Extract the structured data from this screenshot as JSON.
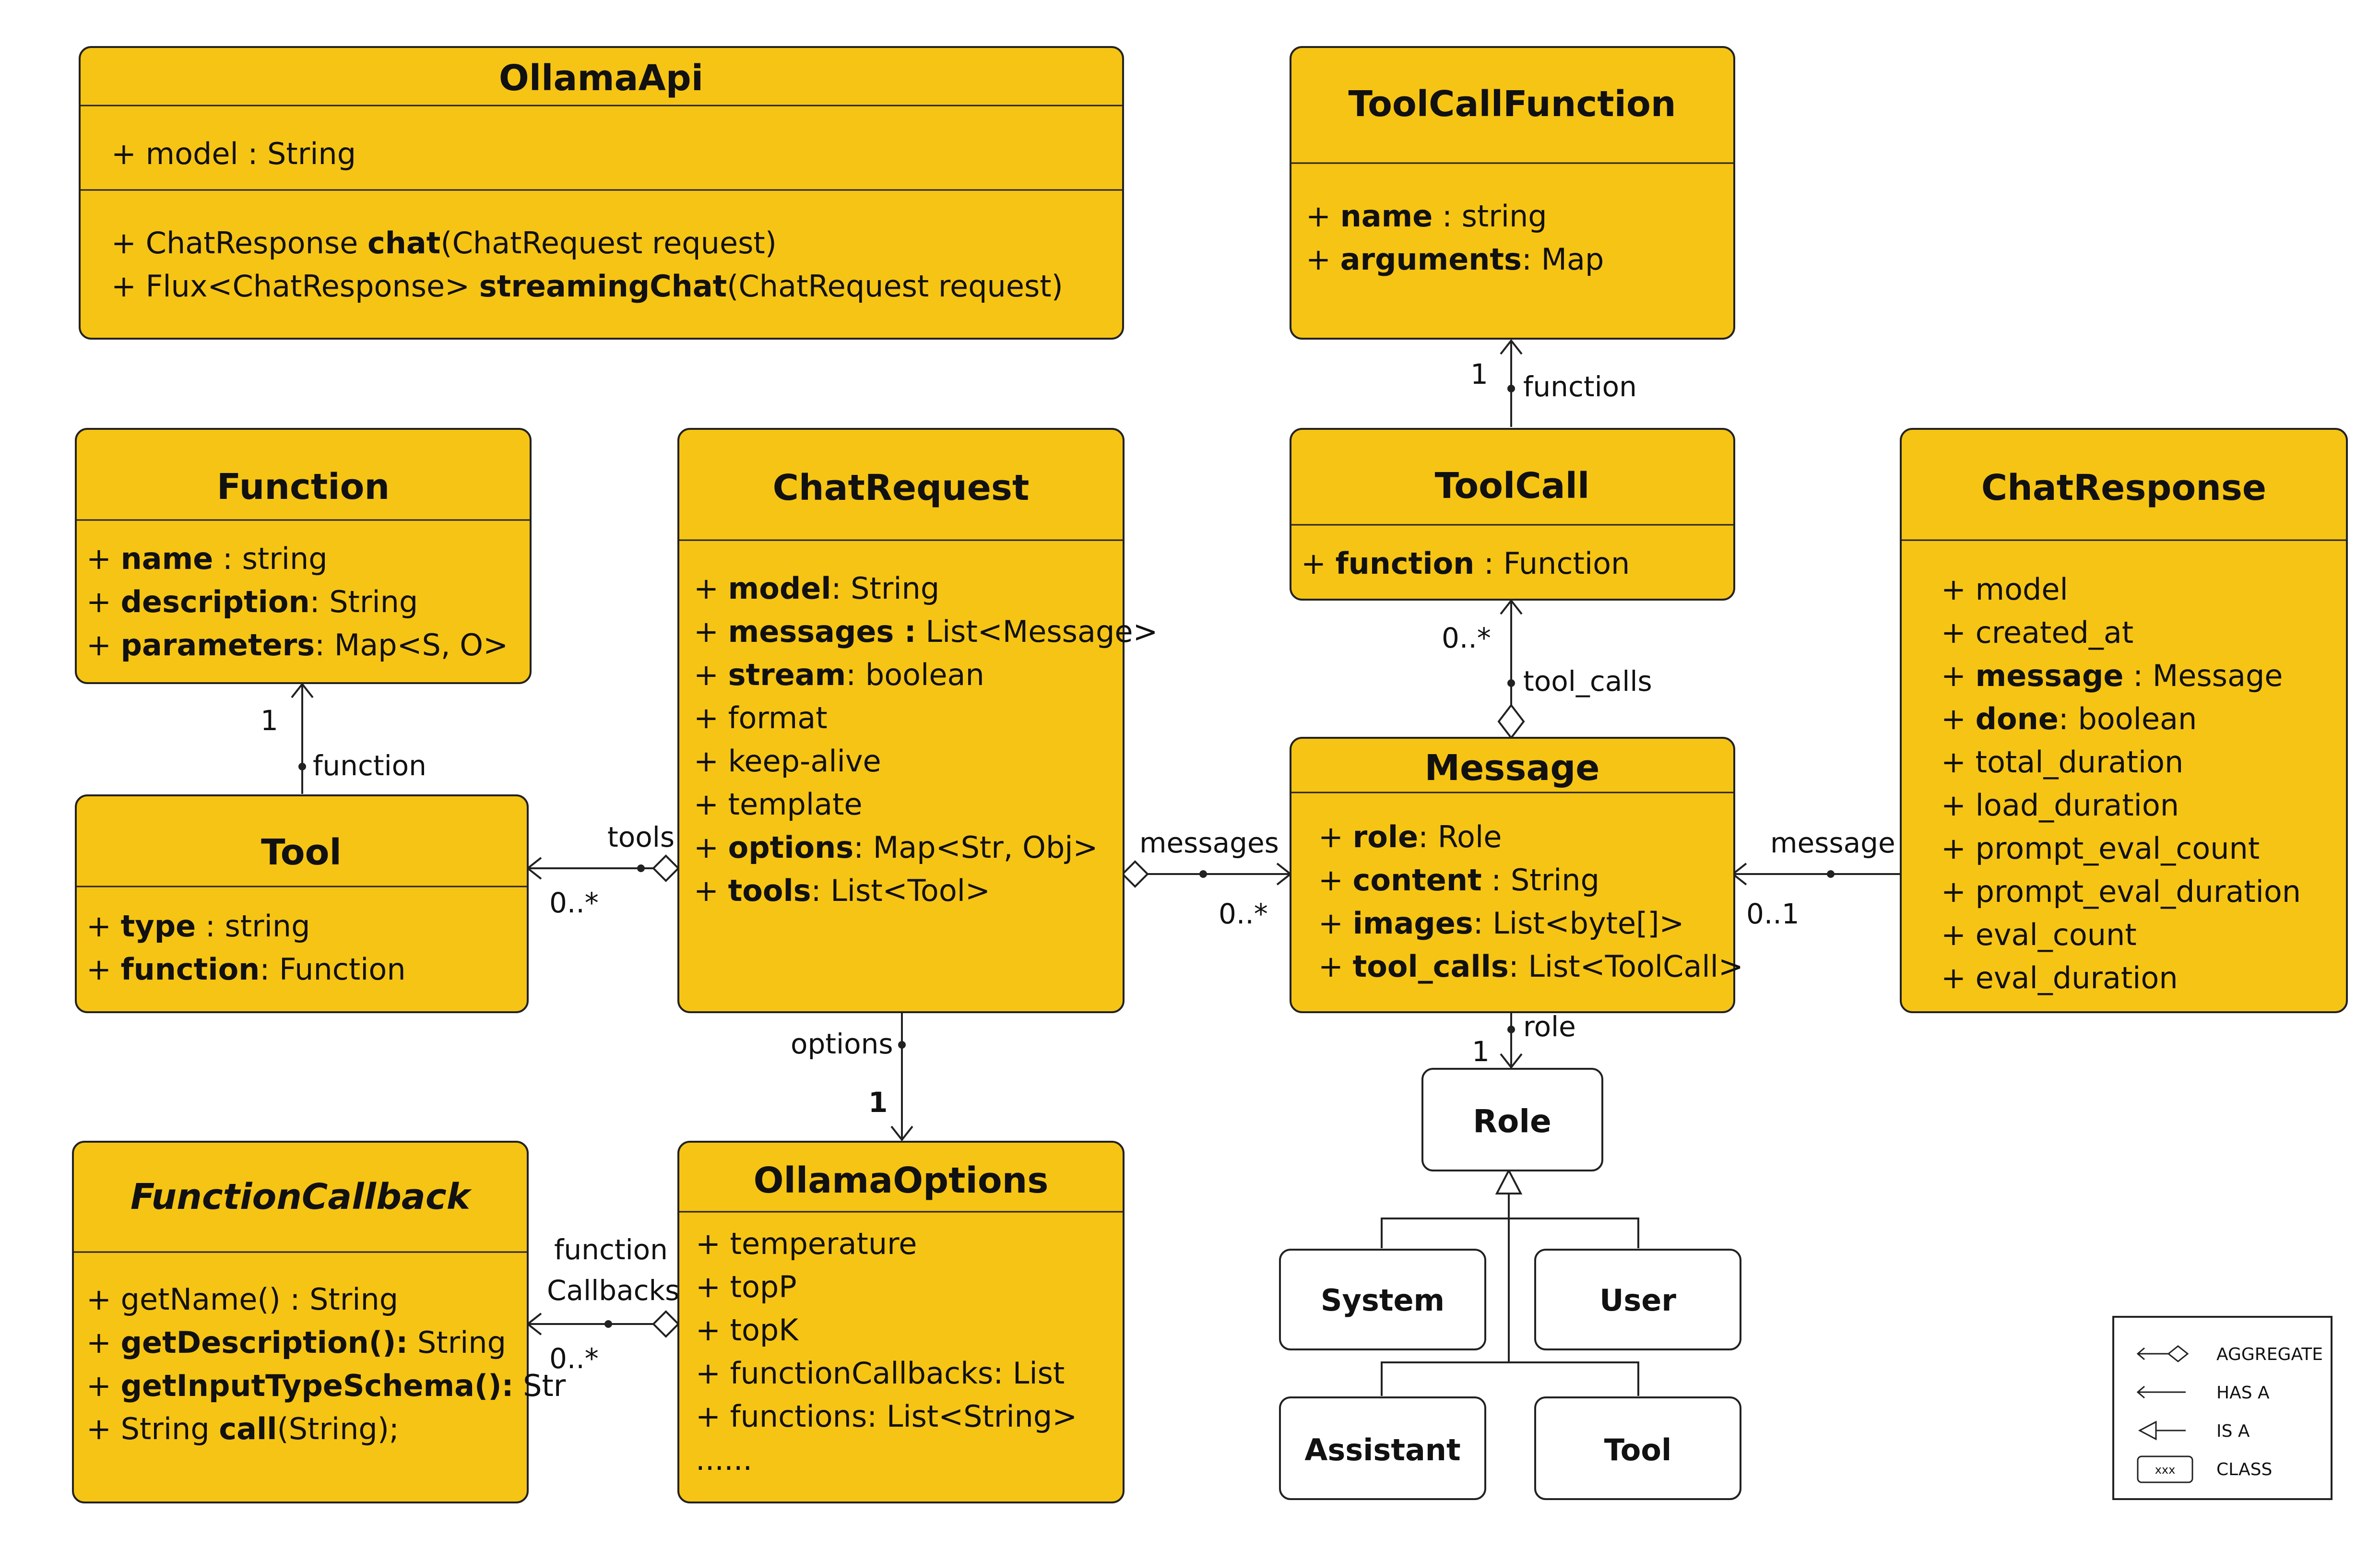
{
  "classes": {
    "ollamaApi": {
      "name": "OllamaApi",
      "attributes": [
        {
          "prefix": "+ ",
          "name": "model",
          "suffix": " : String",
          "bold": false
        }
      ],
      "methods": [
        {
          "prefix": "+ ChatResponse ",
          "name": "chat",
          "suffix": "(ChatRequest request)",
          "bold": true
        },
        {
          "prefix": "+ Flux<ChatResponse> ",
          "name": "streamingChat",
          "suffix": "(ChatRequest request)",
          "bold": true
        }
      ]
    },
    "toolCallFunction": {
      "name": "ToolCallFunction",
      "attributes": [
        {
          "prefix": "+ ",
          "name": "name",
          "suffix": " : string",
          "bold": true
        },
        {
          "prefix": "+ ",
          "name": "arguments",
          "suffix": ": Map",
          "bold": true
        }
      ]
    },
    "function": {
      "name": "Function",
      "attributes": [
        {
          "prefix": "+ ",
          "name": "name",
          "suffix": " : string",
          "bold": true
        },
        {
          "prefix": "+ ",
          "name": "description",
          "suffix": ": String",
          "bold": true
        },
        {
          "prefix": "+ ",
          "name": "parameters",
          "suffix": ": Map<S, O>",
          "bold": true
        }
      ]
    },
    "chatRequest": {
      "name": "ChatRequest",
      "attributes": [
        {
          "prefix": "+ ",
          "name": "model",
          "suffix": ": String",
          "bold": true
        },
        {
          "prefix": "+ ",
          "name": "messages :",
          "suffix": " List<Message>",
          "bold": true
        },
        {
          "prefix": "+ ",
          "name": "stream",
          "suffix": ": boolean",
          "bold": true
        },
        {
          "prefix": "+ ",
          "name": "format",
          "suffix": "",
          "bold": false
        },
        {
          "prefix": "+ ",
          "name": "keep-alive",
          "suffix": "",
          "bold": false
        },
        {
          "prefix": "+ ",
          "name": "template",
          "suffix": "",
          "bold": false
        },
        {
          "prefix": "+ ",
          "name": "options",
          "suffix": ": Map<Str, Obj>",
          "bold": true
        },
        {
          "prefix": "+ ",
          "name": "tools",
          "suffix": ": List<Tool>",
          "bold": true
        }
      ]
    },
    "toolCall": {
      "name": "ToolCall",
      "attributes": [
        {
          "prefix": "+ ",
          "name": "function",
          "suffix": " : Function",
          "bold": true
        }
      ]
    },
    "chatResponse": {
      "name": "ChatResponse",
      "attributes": [
        {
          "prefix": "+ ",
          "name": "model",
          "suffix": "",
          "bold": false
        },
        {
          "prefix": "+ ",
          "name": "created_at",
          "suffix": "",
          "bold": false
        },
        {
          "prefix": "+ ",
          "name": "message",
          "suffix": " : Message",
          "bold": true
        },
        {
          "prefix": "+ ",
          "name": "done",
          "suffix": ": boolean",
          "bold": true
        },
        {
          "prefix": "+ ",
          "name": "total_duration",
          "suffix": "",
          "bold": false
        },
        {
          "prefix": "+ ",
          "name": "load_duration",
          "suffix": "",
          "bold": false
        },
        {
          "prefix": "+ ",
          "name": "prompt_eval_count",
          "suffix": "",
          "bold": false
        },
        {
          "prefix": "+ ",
          "name": "prompt_eval_duration",
          "suffix": "",
          "bold": false
        },
        {
          "prefix": "+ ",
          "name": "eval_count",
          "suffix": "",
          "bold": false
        },
        {
          "prefix": "+ ",
          "name": "eval_duration",
          "suffix": "",
          "bold": false
        }
      ]
    },
    "tool": {
      "name": "Tool",
      "attributes": [
        {
          "prefix": "+ ",
          "name": "type",
          "suffix": " : string",
          "bold": true
        },
        {
          "prefix": "+ ",
          "name": "function",
          "suffix": ": Function",
          "bold": true
        }
      ]
    },
    "message": {
      "name": "Message",
      "attributes": [
        {
          "prefix": "+ ",
          "name": "role",
          "suffix": ": Role",
          "bold": true
        },
        {
          "prefix": "+ ",
          "name": "content",
          "suffix": " : String",
          "bold": true
        },
        {
          "prefix": "+ ",
          "name": "images",
          "suffix": ": List<byte[]>",
          "bold": true
        },
        {
          "prefix": "+ ",
          "name": "tool_calls",
          "suffix": ": List<ToolCall>",
          "bold": true
        }
      ]
    },
    "functionCallback": {
      "name": "FunctionCallback",
      "attributes": [
        {
          "prefix": "+ ",
          "name": "getName() : String",
          "suffix": "",
          "bold": false
        },
        {
          "prefix": "+ ",
          "name": "getDescription():",
          "suffix": " String",
          "bold": true
        },
        {
          "prefix": "+ ",
          "name": "getInputTypeSchema():",
          "suffix": " Str",
          "bold": true
        },
        {
          "prefix": "+ String ",
          "name": "call",
          "suffix": "(String);",
          "bold": true
        }
      ]
    },
    "ollamaOptions": {
      "name": "OllamaOptions",
      "attributes": [
        {
          "prefix": "+ ",
          "name": "temperature",
          "suffix": "",
          "bold": false
        },
        {
          "prefix": "+ ",
          "name": "topP",
          "suffix": "",
          "bold": false
        },
        {
          "prefix": "+ ",
          "name": "topK",
          "suffix": "",
          "bold": false
        },
        {
          "prefix": "+ ",
          "name": "functionCallbacks: List",
          "suffix": "",
          "bold": false
        },
        {
          "prefix": "+ ",
          "name": "functions: List<String>",
          "suffix": "",
          "bold": false
        },
        {
          "prefix": "",
          "name": "......",
          "suffix": "",
          "bold": false
        }
      ]
    }
  },
  "role": {
    "name": "Role",
    "subtypes": [
      "System",
      "User",
      "Assistant",
      "Tool"
    ]
  },
  "relations": {
    "function_to_toolcallfunction": {
      "label": "function",
      "multiplicity": "1"
    },
    "toolcalls": {
      "label": "tool_calls",
      "multiplicity": "0..*"
    },
    "tool_function": {
      "label": "function",
      "multiplicity": "1"
    },
    "tools": {
      "label": "tools",
      "multiplicity": "0..*"
    },
    "messages": {
      "label": "messages",
      "multiplicity": "0..*"
    },
    "message": {
      "label": "message",
      "multiplicity": "0..1"
    },
    "options": {
      "label": "options",
      "multiplicity": "1"
    },
    "role": {
      "label": "role",
      "multiplicity": "1"
    },
    "functionCallbacks": {
      "label_line1": "function",
      "label_line2": "Callbacks",
      "multiplicity": "0..*"
    }
  },
  "legend": {
    "aggregate": "AGGREGATE",
    "has_a": "HAS A",
    "is_a": "IS A",
    "class_box": "xxx",
    "class": "CLASS"
  }
}
